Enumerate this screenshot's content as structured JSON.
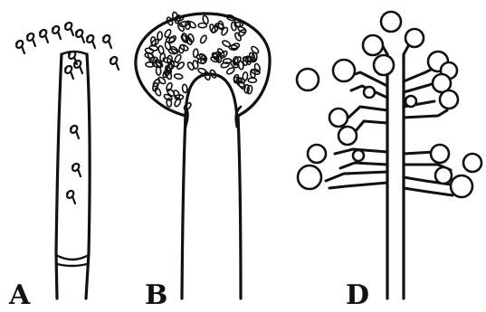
{
  "figure": {
    "panels": [
      {
        "id": "A",
        "label": "A"
      },
      {
        "id": "B",
        "label": "B"
      },
      {
        "id": "D",
        "label": "D"
      }
    ]
  },
  "colors": {
    "ink": "#111111",
    "background": "#ffffff"
  }
}
